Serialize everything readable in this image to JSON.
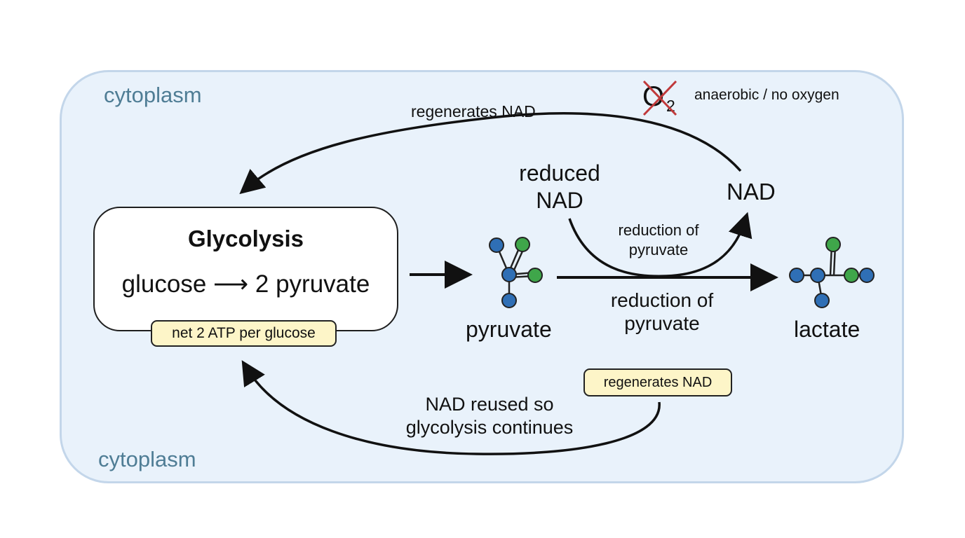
{
  "compartment": {
    "label_top": "cytoplasm",
    "label_bottom": "cytoplasm"
  },
  "condition": {
    "symbol_main": "O",
    "symbol_sub": "2",
    "label": "anaerobic / no oxygen",
    "cross_color": "#c0393b"
  },
  "glycolysis": {
    "title": "Glycolysis",
    "equation": "glucose ⟶ 2 pyruvate",
    "yield_tag": "net 2 ATP per glucose"
  },
  "molecules": {
    "pyruvate": "pyruvate",
    "lactate": "lactate"
  },
  "cofactors": {
    "reduced": [
      "reduced",
      "NAD"
    ],
    "oxidized": "NAD"
  },
  "arrows": {
    "top_loop": "regenerates NAD",
    "inner_curve": [
      "reduction of",
      "pyruvate"
    ],
    "main_reaction": [
      "reduction of",
      "pyruvate"
    ],
    "bottom_tag": "regenerates NAD",
    "bottom_loop": [
      "NAD reused so",
      "glycolysis continues"
    ]
  },
  "colors": {
    "cell_fill": "#e9f2fb",
    "cell_border": "#c3d6ea",
    "atom_blue": "#2f6fb5",
    "atom_green": "#3fa64a",
    "tag_fill": "#fdf5c8"
  }
}
